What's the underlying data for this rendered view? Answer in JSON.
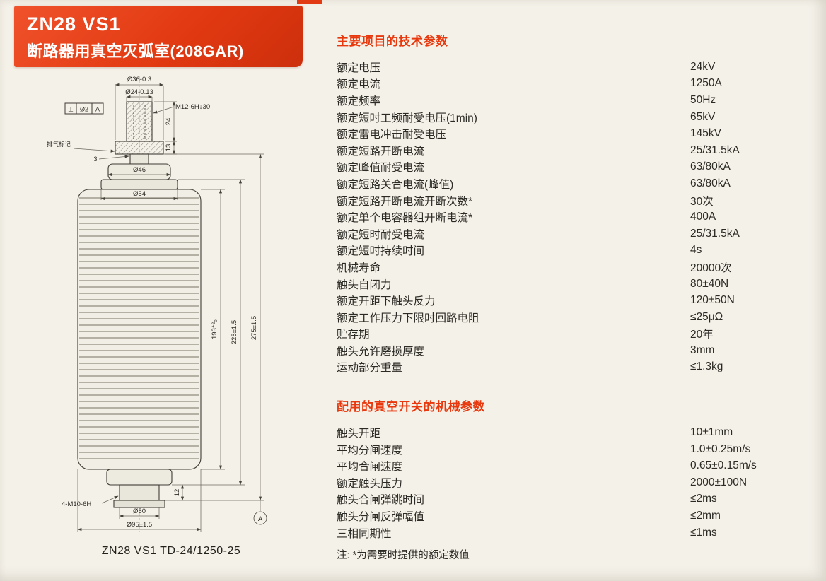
{
  "colors": {
    "accent_red": "#e23a12",
    "paper": "#f4f1e9",
    "ink": "#2b2a24"
  },
  "banner": {
    "model": "ZN28 VS1",
    "subtitle": "断路器用真空灭弧室(208GAR)"
  },
  "drawing": {
    "caption": "ZN28 VS1 TD-24/1250-25",
    "datum_frame": {
      "symbol": "⊥",
      "tolerance": "Ø2",
      "datum": "A"
    },
    "labels": {
      "top_flange_dia": "Ø36-0.3",
      "stem_dia": "Ø24-0.13",
      "thread_spec": "M12-6H↓30",
      "stem_length": "24",
      "flange_height": "13",
      "mark_note": "排气标记",
      "step_height": "3",
      "cap_dia": "Ø46",
      "guide_dia": "Ø54",
      "ceramic_length": "193⁺²₀",
      "sub_length": "225±1.5",
      "total_length": "275±1.5",
      "bottom_step": "12",
      "bolt_holes": "4-M10-6H",
      "bolt_circle_dia": "Ø50",
      "body_dia": "Ø95±1.5",
      "datum_ref": "A"
    }
  },
  "tech_params": {
    "title": "主要项目的技术参数",
    "rows": [
      {
        "label": "额定电压",
        "value": "24kV"
      },
      {
        "label": "额定电流",
        "value": "1250A"
      },
      {
        "label": "额定频率",
        "value": "50Hz"
      },
      {
        "label": "额定短时工频耐受电压(1min)",
        "value": "65kV"
      },
      {
        "label": "额定雷电冲击耐受电压",
        "value": "145kV"
      },
      {
        "label": "额定短路开断电流",
        "value": "25/31.5kA"
      },
      {
        "label": "额定峰值耐受电流",
        "value": "63/80kA"
      },
      {
        "label": "额定短路关合电流(峰值)",
        "value": "63/80kA"
      },
      {
        "label": "额定短路开断电流开断次数*",
        "value": "30次"
      },
      {
        "label": "额定单个电容器组开断电流*",
        "value": "400A"
      },
      {
        "label": "额定短时耐受电流",
        "value": "25/31.5kA"
      },
      {
        "label": "额定短时持续时间",
        "value": "4s"
      },
      {
        "label": "机械寿命",
        "value": "20000次"
      },
      {
        "label": "触头自闭力",
        "value": "80±40N"
      },
      {
        "label": "额定开距下触头反力",
        "value": "120±50N"
      },
      {
        "label": "额定工作压力下限时回路电阻",
        "value": "≤25μΩ"
      },
      {
        "label": "贮存期",
        "value": "20年"
      },
      {
        "label": "触头允许磨损厚度",
        "value": "3mm"
      },
      {
        "label": "运动部分重量",
        "value": "≤1.3kg"
      }
    ]
  },
  "mech_params": {
    "title": "配用的真空开关的机械参数",
    "rows": [
      {
        "label": "触头开距",
        "value": "10±1mm"
      },
      {
        "label": "平均分闸速度",
        "value": "1.0±0.25m/s"
      },
      {
        "label": "平均合闸速度",
        "value": "0.65±0.15m/s"
      },
      {
        "label": "额定触头压力",
        "value": "2000±100N"
      },
      {
        "label": "触头合闸弹跳时间",
        "value": "≤2ms"
      },
      {
        "label": "触头分闸反弹幅值",
        "value": "≤2mm"
      },
      {
        "label": "三相同期性",
        "value": "≤1ms"
      }
    ]
  },
  "footnote": "注: *为需要时提供的额定数值"
}
